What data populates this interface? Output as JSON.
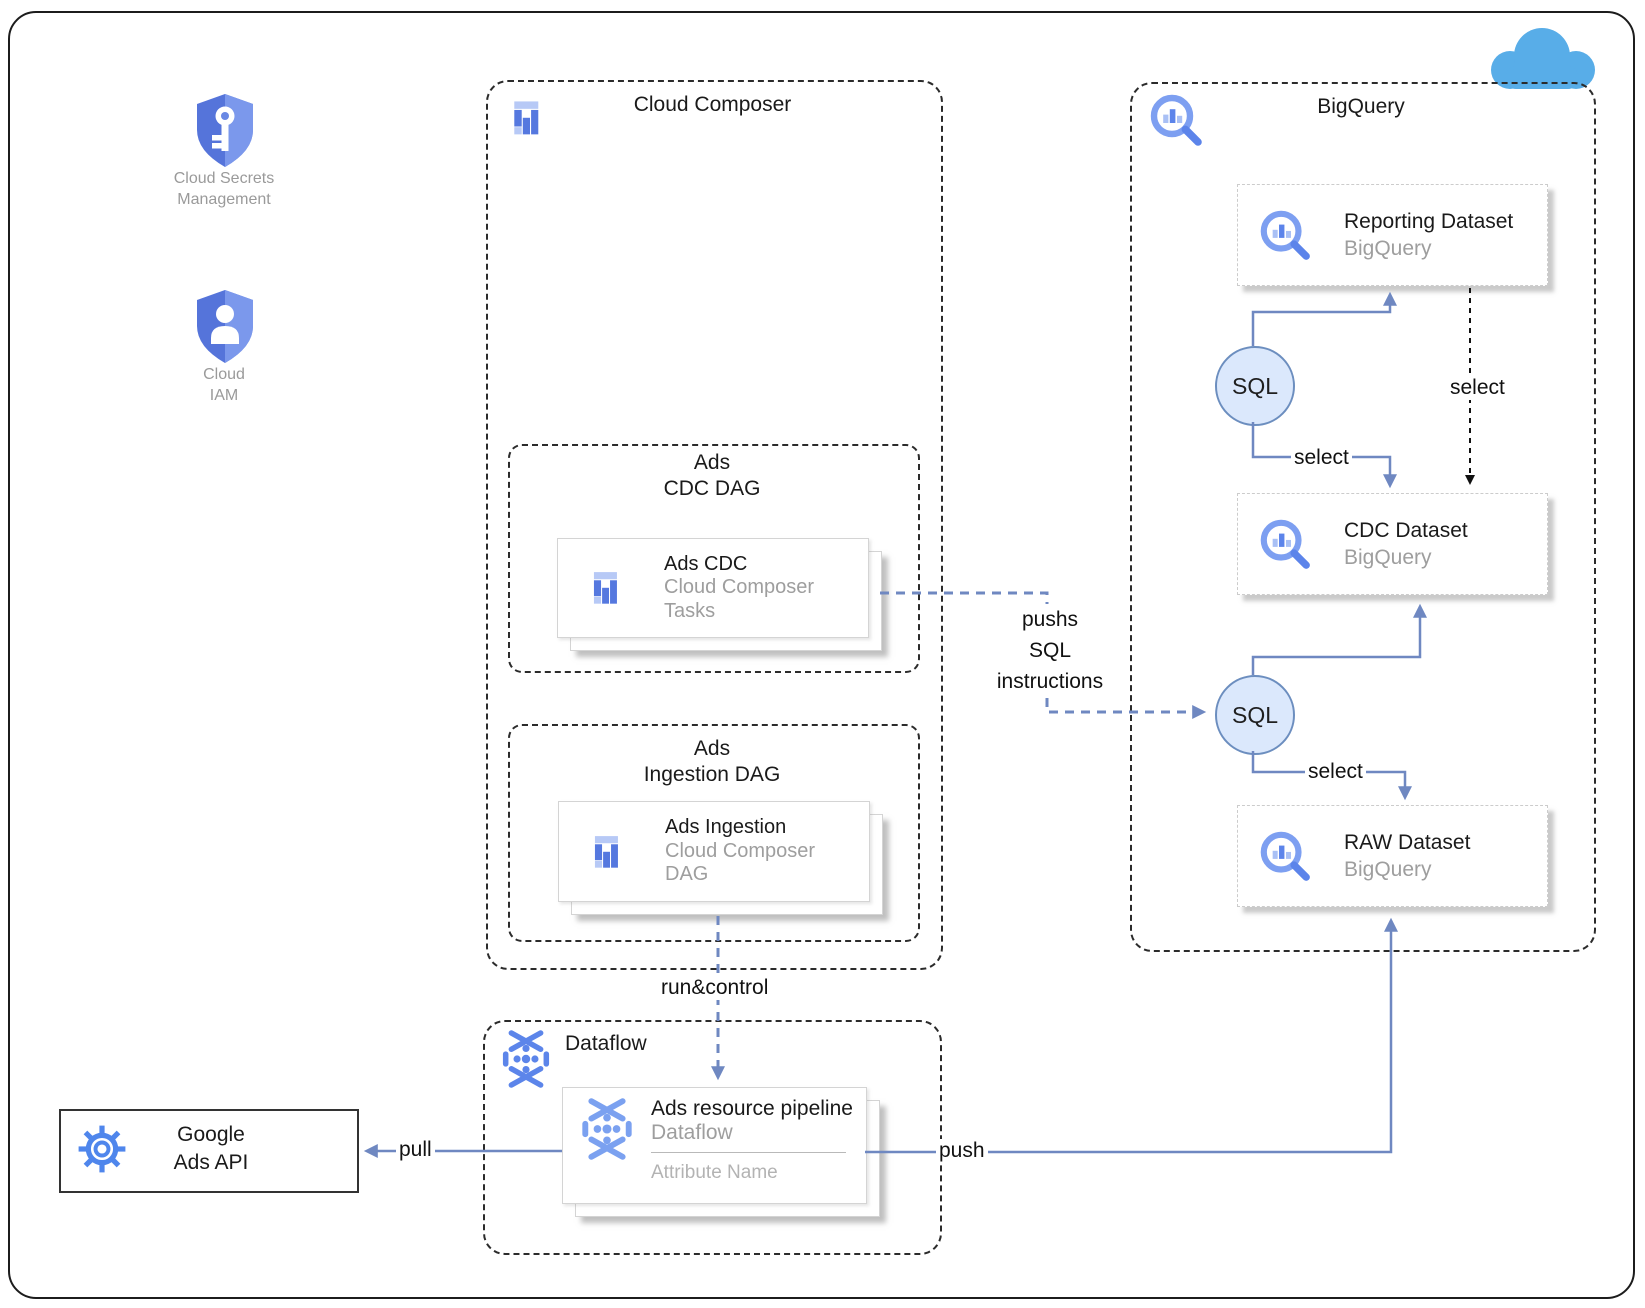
{
  "colors": {
    "arrow_blue": "#6f88c1",
    "sql_fill": "#dbe8fc",
    "sql_stroke": "#6c8ebf",
    "icon_blue_dark": "#5578df",
    "icon_blue_light": "#b7c9f6",
    "icon_blue_mid": "#7ba1f0",
    "cloud_blue": "#58ade8",
    "text_dark": "#1a1a1a",
    "text_gray": "#9e9e9e"
  },
  "left_panel": {
    "secrets_label_line1": "Cloud Secrets",
    "secrets_label_line2": "Management",
    "iam_label_line1": "Cloud",
    "iam_label_line2": "IAM"
  },
  "composer": {
    "title": "Cloud Composer",
    "cdc_dag": {
      "title1": "Ads",
      "title2": "CDC DAG",
      "card_title": "Ads CDC",
      "card_sub1": "Cloud Composer",
      "card_sub2": "Tasks"
    },
    "ingestion_dag": {
      "title1": "Ads",
      "title2": "Ingestion DAG",
      "card_title": "Ads Ingestion",
      "card_sub1": "Cloud Composer",
      "card_sub2": "DAG"
    }
  },
  "bigquery": {
    "title": "BigQuery",
    "reporting_title": "Reporting Dataset",
    "reporting_sub": "BigQuery",
    "cdc_title": "CDC Dataset",
    "cdc_sub": "BigQuery",
    "raw_title": "RAW Dataset",
    "raw_sub": "BigQuery",
    "sql_top": "SQL",
    "sql_bottom": "SQL",
    "select_top": "select",
    "select_dashed": "select",
    "select_bottom": "select"
  },
  "dataflow": {
    "title": "Dataflow",
    "card_title": "Ads resource pipeline",
    "card_sub": "Dataflow",
    "card_attr": "Attribute Name"
  },
  "ads_api": {
    "line1": "Google",
    "line2": "Ads API"
  },
  "edges": {
    "pull": "pull",
    "push": "push",
    "run_control": "run&control",
    "pushs1": "pushs",
    "pushs2": "SQL",
    "pushs3": "instructions"
  }
}
